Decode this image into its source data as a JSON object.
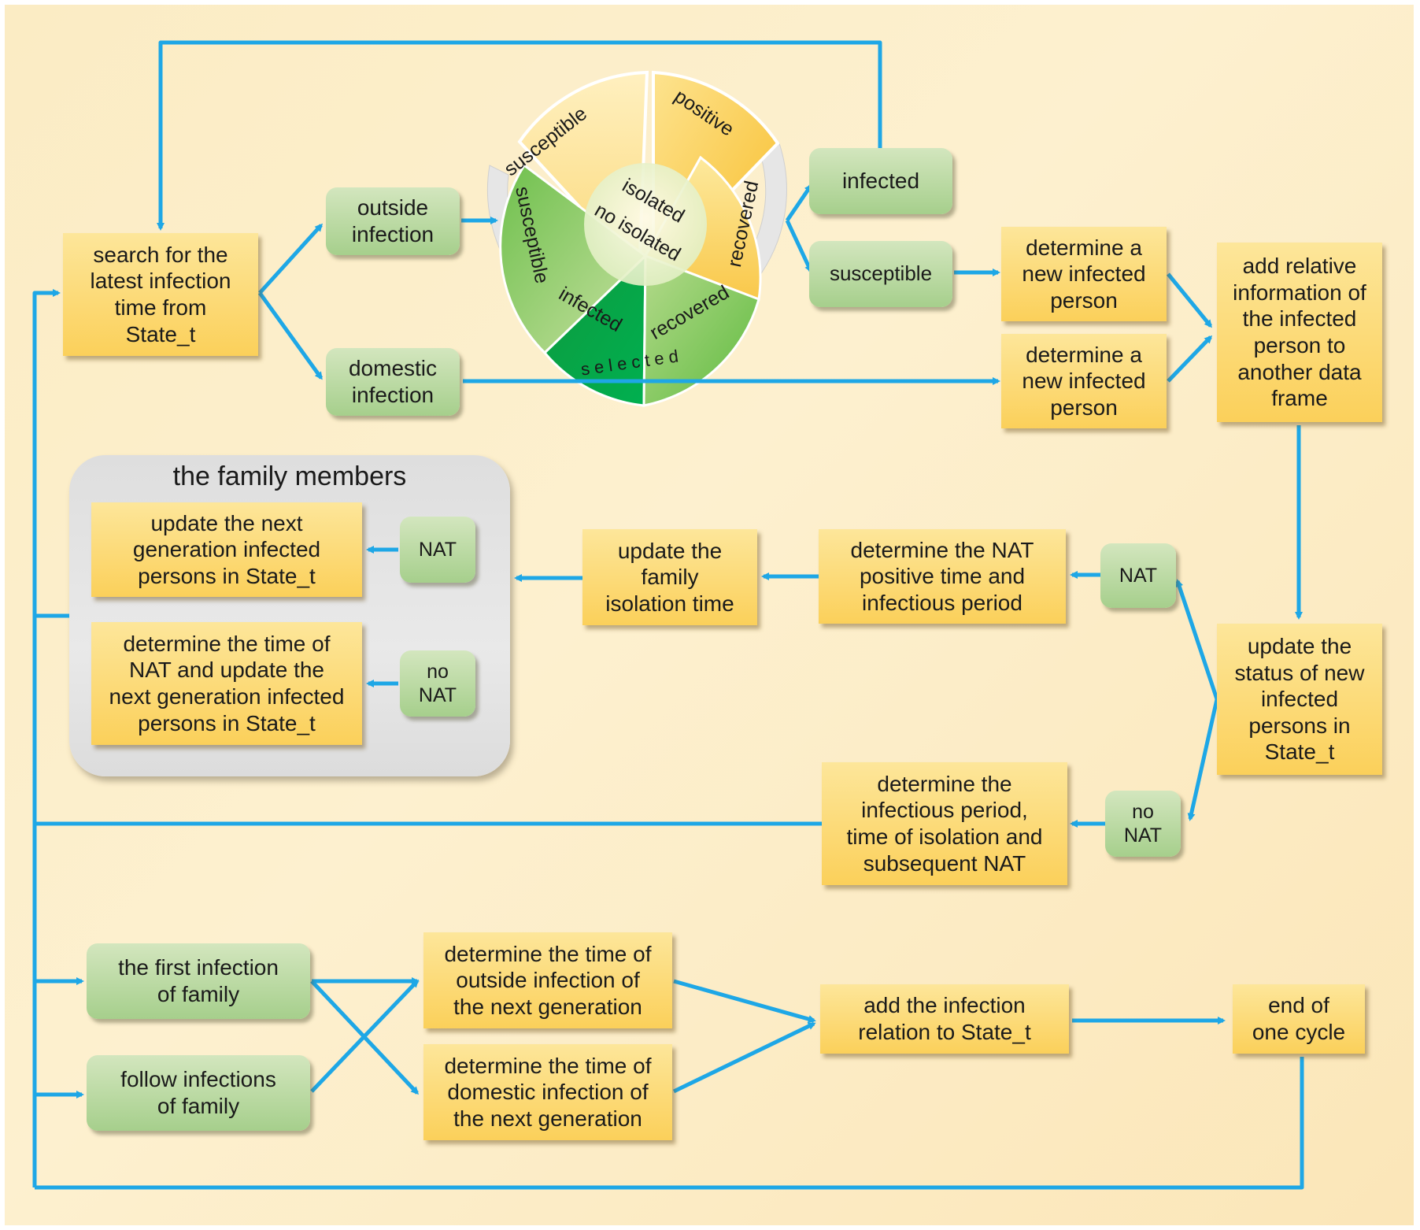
{
  "colors": {
    "arrow": "#1ea7e6",
    "process_box": "#fbd05a",
    "state_box": "#a6cf8c",
    "panel": "#e3e3e3"
  },
  "nodes": {
    "search_latest": "search for the\nlatest infection\ntime from\nState_t",
    "outside_infection": "outside\ninfection",
    "domestic_infection": "domestic\ninfection",
    "infected": "infected",
    "susceptible": "susceptible",
    "determine_new_infected_1": "determine a\nnew infected\nperson",
    "determine_new_infected_2": "determine a\nnew infected\nperson",
    "add_relative_info": "add relative\ninformation of\nthe infected\nperson to\nanother data\nframe",
    "update_status": "update the\nstatus of new\ninfected\npersons in\nState_t",
    "nat_right": "NAT",
    "no_nat_right": "no\nNAT",
    "determine_nat_positive": "determine the NAT\npositive time and\ninfectious period",
    "update_family_isolation": "update the\nfamily\nisolation time",
    "determine_infectious_isolation": "determine the\ninfectious period,\ntime of isolation and\nsubsequent NAT",
    "family_title": "the family members",
    "update_next_generation": "update the next\ngeneration infected\npersons in State_t",
    "nat_family": "NAT",
    "determine_time_nat": "determine the time of\nNAT and update the\nnext generation infected\npersons in State_t",
    "no_nat_family": "no\nNAT",
    "first_infection_family": "the first infection\nof family",
    "follow_infections_family": "follow infections\nof family",
    "determine_outside_next": "determine the time of\noutside infection of\nthe next generation",
    "determine_domestic_next": "determine the time of\ndomestic infection of\nthe next generation",
    "add_infection_relation": "add the infection\nrelation to State_t",
    "end_cycle": "end of\none cycle"
  },
  "wheel": {
    "outer_segments": [
      "susceptible",
      "positive"
    ],
    "middle_segments": [
      "susceptible",
      "recovered",
      "infected",
      "recovered"
    ],
    "inner_labels": [
      "isolated",
      "no isolated"
    ],
    "ring_label": "s e l e c t e d"
  }
}
